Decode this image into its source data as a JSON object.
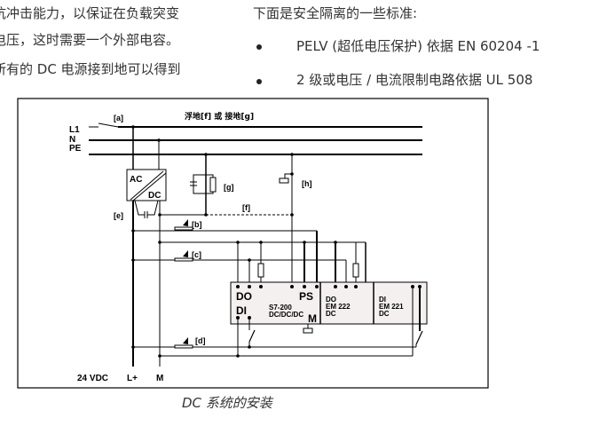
{
  "left_column": {
    "lines": [
      "抗冲击能力，以保证在负载突变",
      "电压，这时需要一个外部电容。",
      "所有的 DC 电源接到地可以得到"
    ]
  },
  "right_column": {
    "intro": "下面是安全隔离的一些标准:",
    "bullets": [
      "PELV (超低电压保护) 依据 EN 60204 -1",
      "2 级或电压 / 电流限制电路依据 UL 508"
    ]
  },
  "diagram": {
    "title_label": "浮地[f] 或 接地[g]",
    "bus_labels": [
      "L1",
      "N",
      "PE"
    ],
    "markers": {
      "a": "[a]",
      "b": "[b]",
      "c": "[c]",
      "d": "[d]",
      "e": "[e]",
      "f": "[f]",
      "g": "[g]",
      "h": "[h]"
    },
    "psu": {
      "top": "AC",
      "bottom": "DC"
    },
    "cpu": {
      "do": "DO",
      "di": "DI",
      "ps": "PS",
      "m": "M",
      "model": "S7-200",
      "type": "DC/DC/DC"
    },
    "em222": {
      "line1": "DO",
      "line2": "EM 222",
      "line3": "DC"
    },
    "em221": {
      "line1": "DI",
      "line2": "EM 221",
      "line3": "DC"
    },
    "supply": {
      "voltage": "24 VDC",
      "plus": "L+",
      "minus": "M"
    }
  },
  "caption": "DC 系统的安装"
}
